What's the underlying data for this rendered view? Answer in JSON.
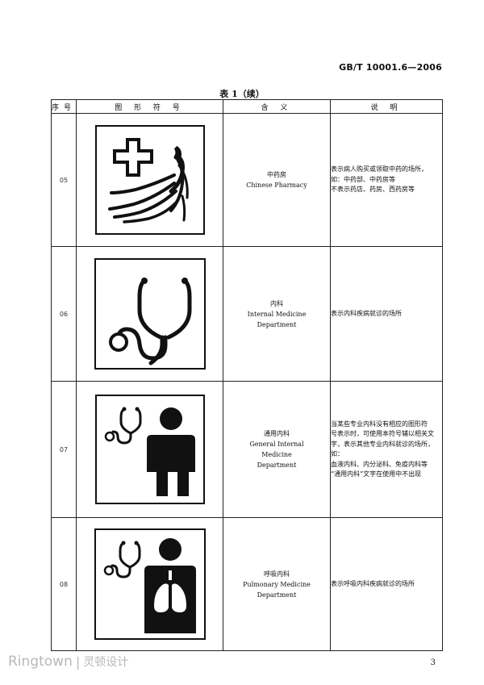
{
  "header": {
    "standard_code": "GB/T 10001.6—2006"
  },
  "table": {
    "title": "表 1（续）",
    "columns": [
      "序号",
      "图 形 符 号",
      "含 义",
      "说 明"
    ],
    "rows": [
      {
        "no": "05",
        "symbol_icon": "chinese-pharmacy-cross-ginseng-icon",
        "meaning_cn": "中药房",
        "meaning_en": [
          "Chinese Pharmacy"
        ],
        "desc": [
          "表示病人购买或领取中药的场所，",
          "如：中药部、中药房等",
          "不表示药店、药房、西药房等"
        ]
      },
      {
        "no": "06",
        "symbol_icon": "stethoscope-icon",
        "meaning_cn": "内科",
        "meaning_en": [
          "Internal Medicine",
          "Department"
        ],
        "desc": [
          "表示内科疾病就诊的场所"
        ]
      },
      {
        "no": "07",
        "symbol_icon": "person-with-stethoscope-icon",
        "meaning_cn": "通用内科",
        "meaning_en": [
          "General Internal",
          "Medicine",
          "Department"
        ],
        "desc": [
          "当某些专业内科没有相应的图形符",
          "号表示时，可使用本符号辅以相关文",
          "字，表示其他专业内科就诊的场所，如：",
          "血液内科、内分泌科、免疫内科等",
          "“通用内科”文字在使用中不出现"
        ]
      },
      {
        "no": "08",
        "symbol_icon": "person-lungs-stethoscope-icon",
        "meaning_cn": "呼吸内科",
        "meaning_en": [
          "Pulmonary Medicine",
          "Department"
        ],
        "desc": [
          "表示呼吸内科疾病就诊的场所"
        ]
      }
    ]
  },
  "footer": {
    "page_number": "3"
  },
  "watermark": {
    "brand": "Ringtown",
    "separator": "|",
    "chinese": "灵顿设计"
  }
}
